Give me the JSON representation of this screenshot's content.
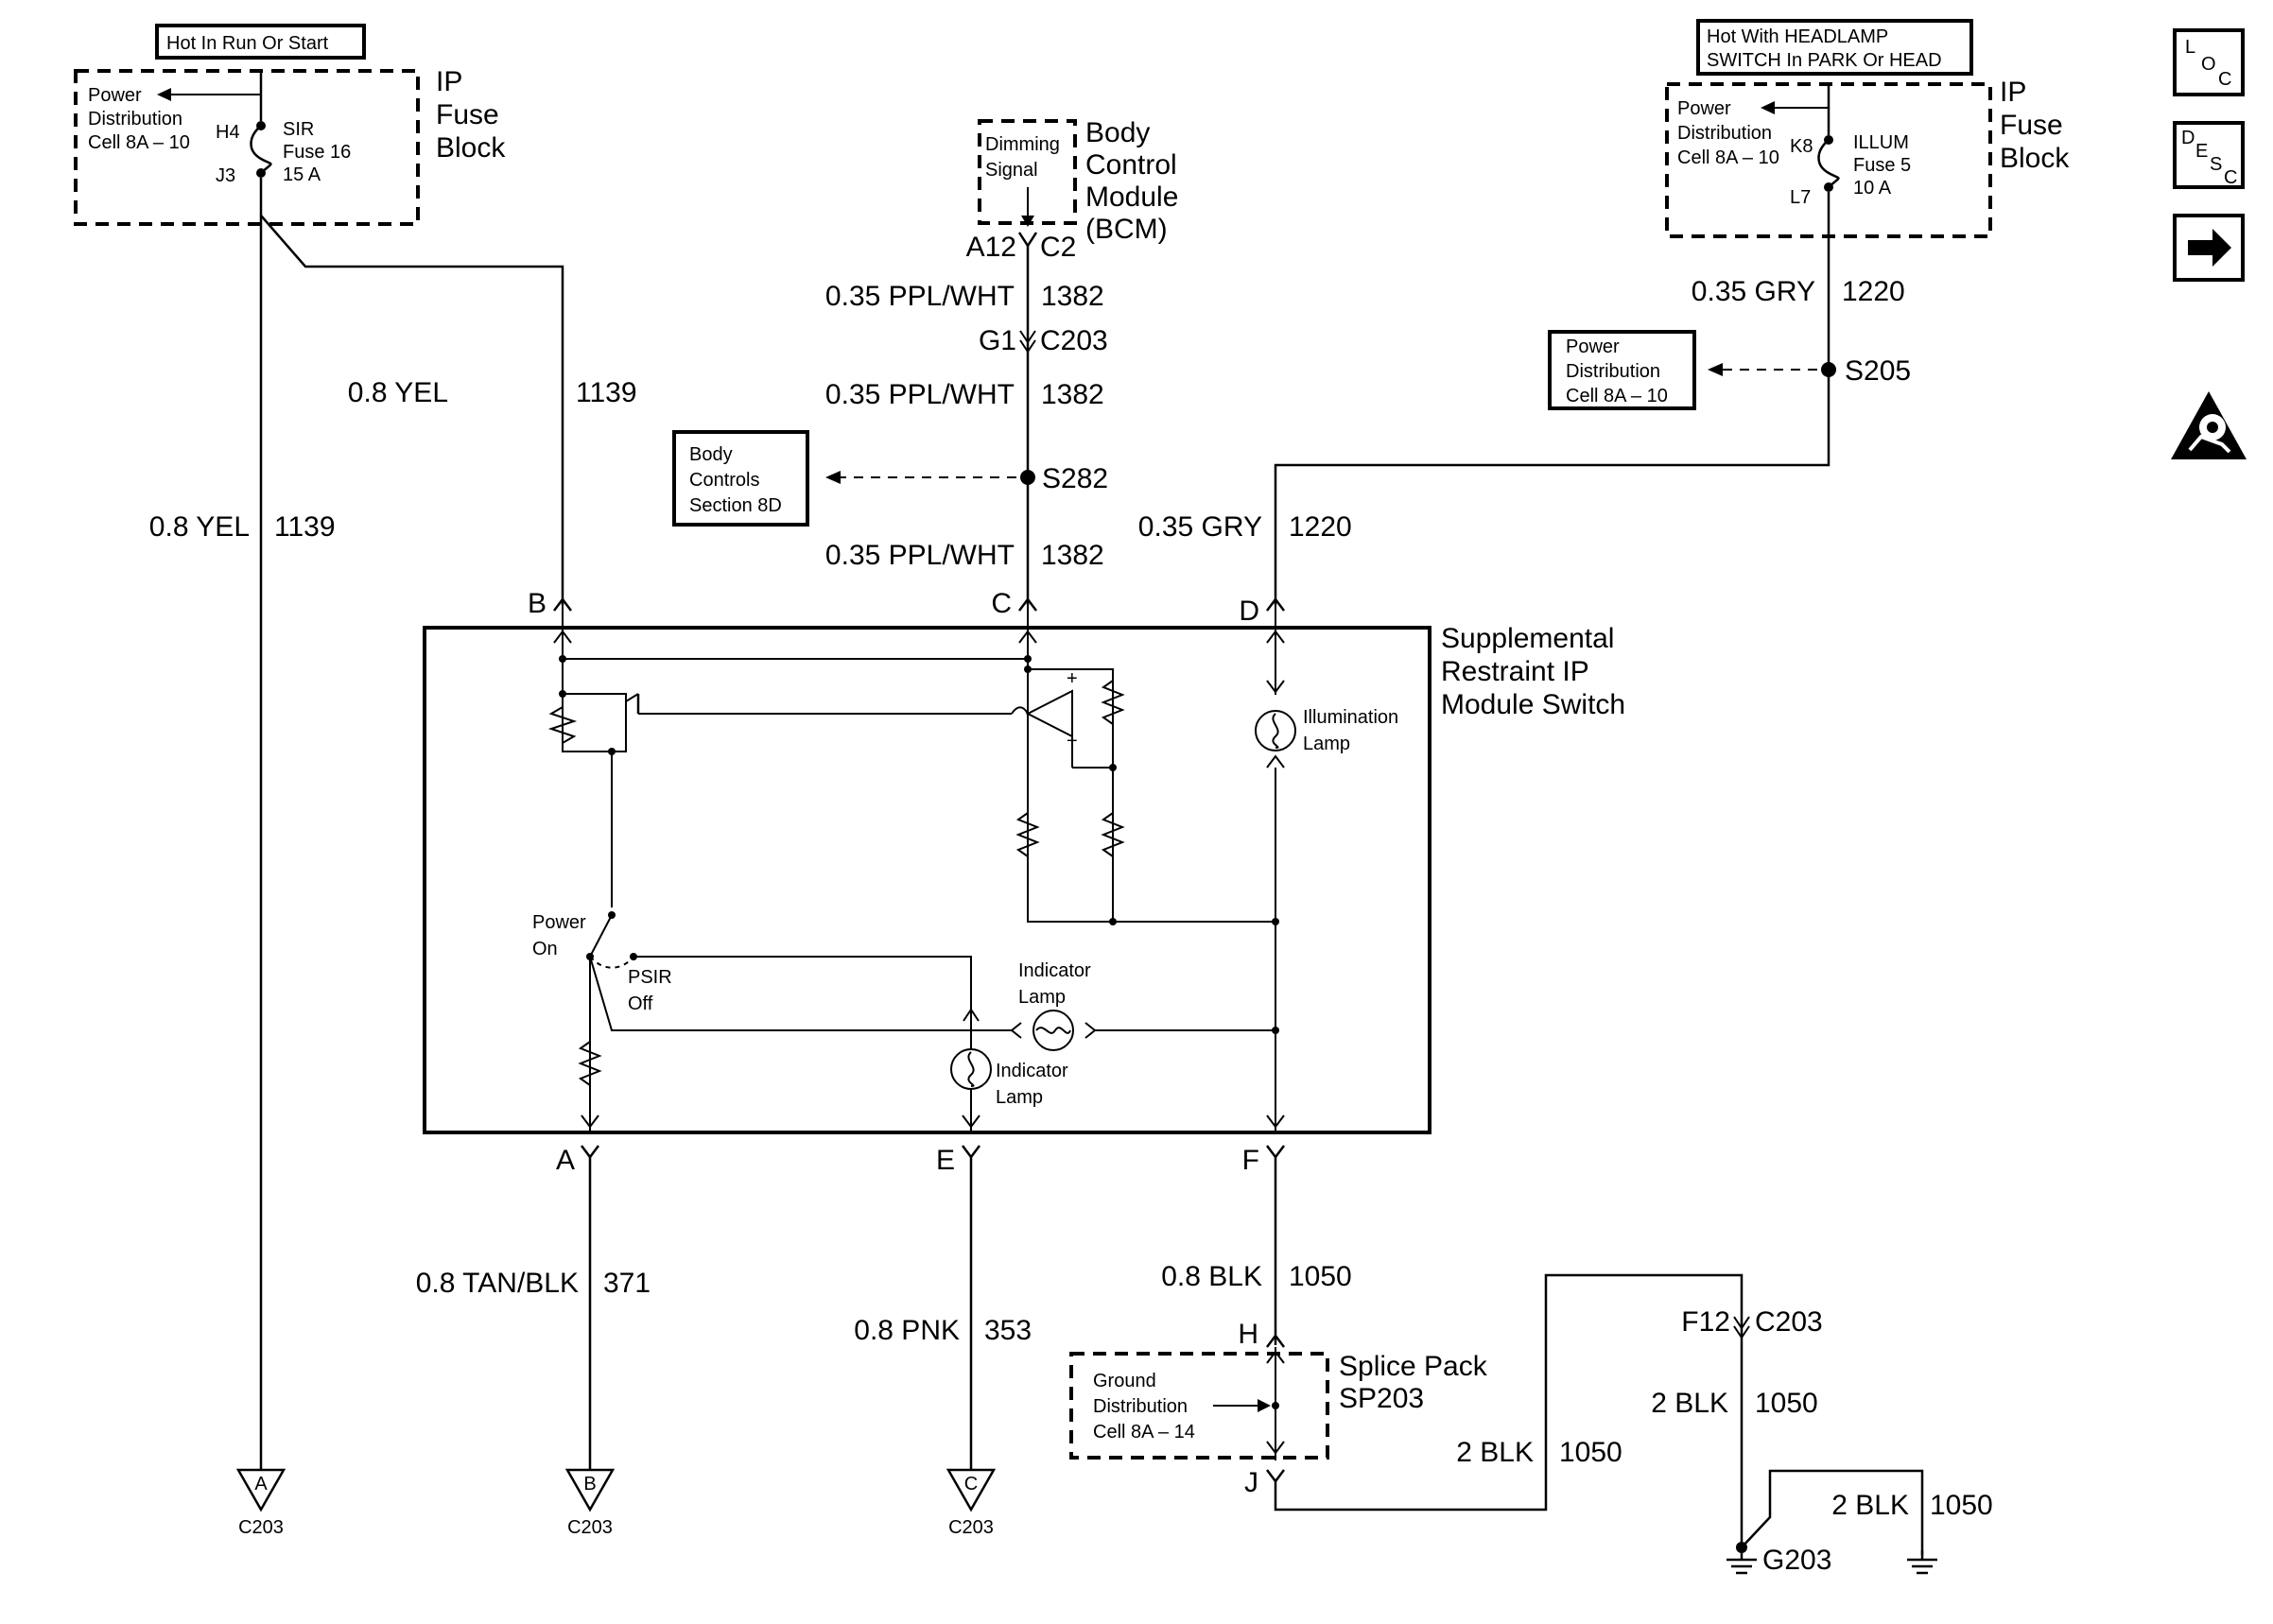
{
  "fuse_block_left": {
    "hot_label": "Hot In Run Or Start",
    "power_dist": [
      "Power",
      "Distribution",
      "Cell 8A – 10"
    ],
    "pin_top": "H4",
    "pin_bottom": "J3",
    "fuse_lines": [
      "SIR",
      "Fuse 16",
      "15 A"
    ],
    "title_lines": [
      "IP",
      "Fuse",
      "Block"
    ]
  },
  "fuse_block_right": {
    "hot_label_lines": [
      "Hot With HEADLAMP",
      "SWITCH In PARK Or HEAD"
    ],
    "power_dist": [
      "Power",
      "Distribution",
      "Cell 8A – 10"
    ],
    "pin_top": "K8",
    "pin_bottom": "L7",
    "fuse_lines": [
      "ILLUM",
      "Fuse 5",
      "10 A"
    ],
    "title_lines": [
      "IP",
      "Fuse",
      "Block"
    ]
  },
  "bcm": {
    "signal_lines": [
      "Dimming",
      "Signal"
    ],
    "title_lines": [
      "Body",
      "Control",
      "Module",
      "(BCM)"
    ],
    "pin_left": "A12",
    "pin_right": "C2"
  },
  "wires": {
    "yel_left_color": "0.8 YEL",
    "yel_left_num": "1139",
    "yel_b_color": "0.8 YEL",
    "yel_b_num": "1139",
    "ppl_1_color": "0.35 PPL/WHT",
    "ppl_1_num": "1382",
    "ppl_2_color": "0.35 PPL/WHT",
    "ppl_2_num": "1382",
    "ppl_3_color": "0.35 PPL/WHT",
    "ppl_3_num": "1382",
    "gry_1_color": "0.35 GRY",
    "gry_1_num": "1220",
    "gry_2_color": "0.35 GRY",
    "gry_2_num": "1220",
    "tan_color": "0.8 TAN/BLK",
    "tan_num": "371",
    "pnk_color": "0.8 PNK",
    "pnk_num": "353",
    "blk_f_color": "0.8 BLK",
    "blk_f_num": "1050",
    "blk_j_color": "2 BLK",
    "blk_j_num": "1050",
    "blk_c203_color": "2 BLK",
    "blk_c203_num": "1050",
    "blk_g_color": "2 BLK",
    "blk_g_num": "1050"
  },
  "connectors": {
    "c203_upper_pin": "G1",
    "c203_upper_name": "C203",
    "c203_lower_pin": "F12",
    "c203_lower_name": "C203"
  },
  "splices": {
    "s282": "S282",
    "s205": "S205"
  },
  "refs": {
    "body_controls": [
      "Body",
      "Controls",
      "Section 8D"
    ],
    "power_dist_s205": [
      "Power",
      "Distribution",
      "Cell 8A – 10"
    ],
    "ground_dist": [
      "Ground",
      "Distribution",
      "Cell 8A – 14"
    ]
  },
  "module": {
    "title_lines": [
      "Supplemental",
      "Restraint IP",
      "Module Switch"
    ],
    "pins_top": [
      "B",
      "C",
      "D"
    ],
    "pins_bottom": [
      "A",
      "E",
      "F"
    ],
    "illum_lamp": [
      "Illumination",
      "Lamp"
    ],
    "power_on": [
      "Power",
      "On"
    ],
    "psir_off": [
      "PSIR",
      "Off"
    ],
    "indicator_lamp_upper": [
      "Indicator",
      "Lamp"
    ],
    "indicator_lamp_lower": [
      "Indicator",
      "Lamp"
    ],
    "plus": "+",
    "minus": "−"
  },
  "splice_pack": {
    "title_lines": [
      "Splice Pack",
      "SP203"
    ],
    "pin_top": "H",
    "pin_bottom": "J"
  },
  "bottom_connectors": [
    {
      "letter": "A",
      "name": "C203"
    },
    {
      "letter": "B",
      "name": "C203"
    },
    {
      "letter": "C",
      "name": "C203"
    }
  ],
  "ground": {
    "name": "G203"
  },
  "nav_icons": {
    "loc": [
      "L",
      "O",
      "C"
    ],
    "desc": [
      "D",
      "E",
      "S",
      "C"
    ]
  }
}
